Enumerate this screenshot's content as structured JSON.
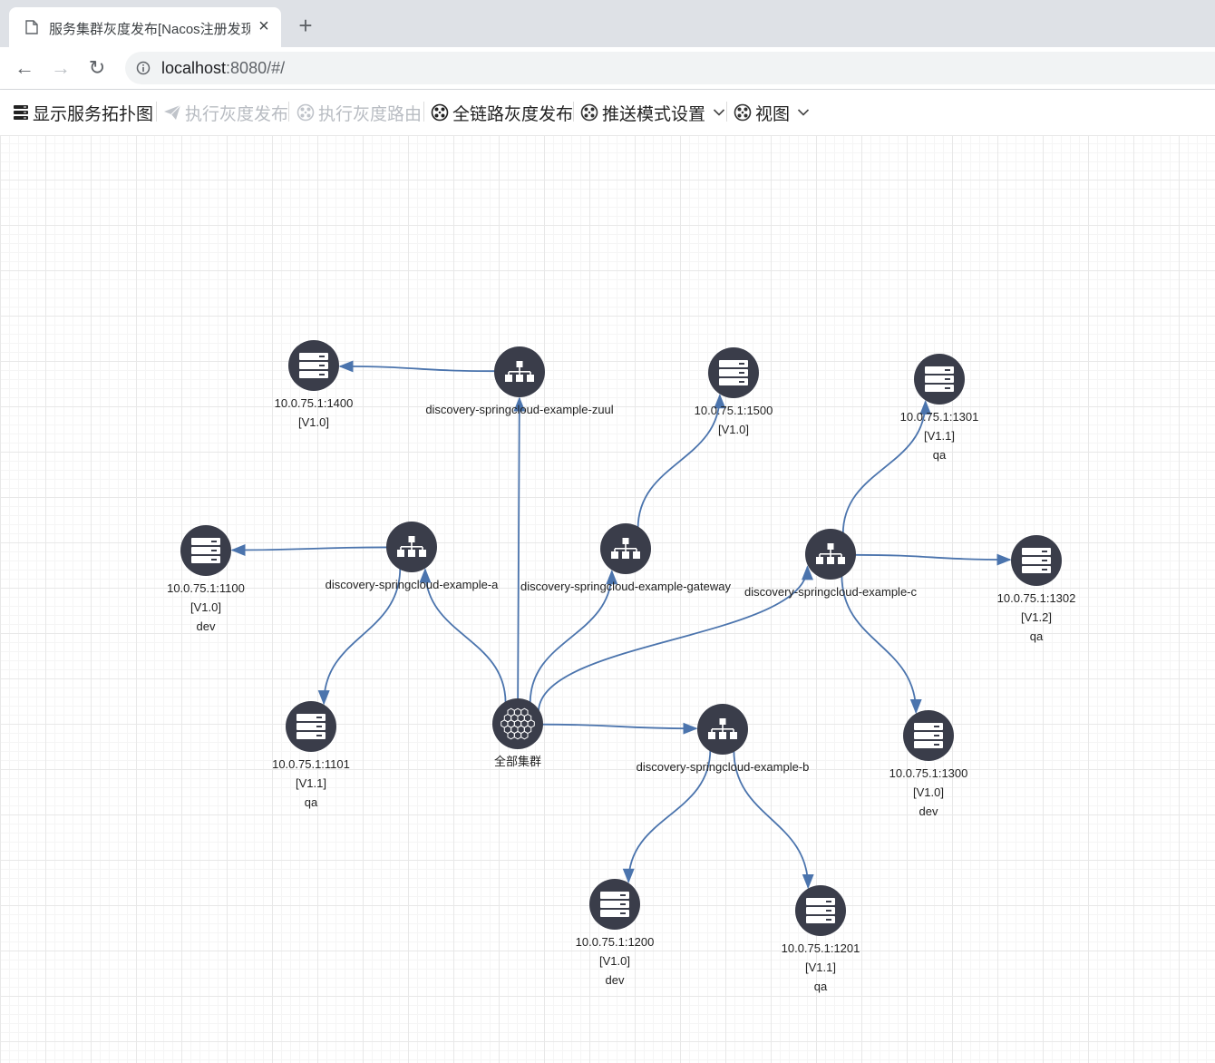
{
  "browser": {
    "tab_title": "服务集群灰度发布[Nacos注册发现]",
    "tab_close": "×",
    "new_tab": "+",
    "back": "←",
    "forward": "→",
    "reload": "↻",
    "url_host": "localhost",
    "url_rest": ":8080/#/"
  },
  "toolbar": {
    "items": [
      {
        "label": "显示服务拓扑图",
        "icon": "server-stack-icon",
        "enabled": true
      },
      {
        "label": "执行灰度发布",
        "icon": "paper-plane-icon",
        "enabled": false
      },
      {
        "label": "执行灰度路由",
        "icon": "network-icon",
        "enabled": false
      },
      {
        "label": "全链路灰度发布",
        "icon": "network-icon",
        "enabled": true
      },
      {
        "label": "推送模式设置",
        "icon": "network-icon",
        "enabled": true,
        "dropdown": true
      },
      {
        "label": "视图",
        "icon": "network-icon",
        "enabled": true,
        "dropdown": true
      }
    ]
  },
  "graph": {
    "colors": {
      "node": "#3a3d4a",
      "edge": "#4b74ad",
      "icon": "#ffffff"
    },
    "nodes": [
      {
        "id": "root",
        "type": "cluster",
        "lines": [
          "全部集群"
        ]
      },
      {
        "id": "zuul",
        "type": "service",
        "lines": [
          "discovery-springcloud-example-zuul"
        ]
      },
      {
        "id": "svc_a",
        "type": "service",
        "lines": [
          "discovery-springcloud-example-a"
        ]
      },
      {
        "id": "gateway",
        "type": "service",
        "lines": [
          "discovery-springcloud-example-gateway"
        ]
      },
      {
        "id": "svc_c",
        "type": "service",
        "lines": [
          "discovery-springcloud-example-c"
        ]
      },
      {
        "id": "svc_b",
        "type": "service",
        "lines": [
          "discovery-springcloud-example-b"
        ]
      },
      {
        "id": "i1400",
        "type": "instance",
        "lines": [
          "10.0.75.1:1400",
          "[V1.0]"
        ]
      },
      {
        "id": "i1500",
        "type": "instance",
        "lines": [
          "10.0.75.1:1500",
          "[V1.0]"
        ]
      },
      {
        "id": "i1301",
        "type": "instance",
        "lines": [
          "10.0.75.1:1301",
          "[V1.1]",
          "qa"
        ]
      },
      {
        "id": "i1100",
        "type": "instance",
        "lines": [
          "10.0.75.1:1100",
          "[V1.0]",
          "dev"
        ]
      },
      {
        "id": "i1302",
        "type": "instance",
        "lines": [
          "10.0.75.1:1302",
          "[V1.2]",
          "qa"
        ]
      },
      {
        "id": "i1101",
        "type": "instance",
        "lines": [
          "10.0.75.1:1101",
          "[V1.1]",
          "qa"
        ]
      },
      {
        "id": "i1300",
        "type": "instance",
        "lines": [
          "10.0.75.1:1300",
          "[V1.0]",
          "dev"
        ]
      },
      {
        "id": "i1200",
        "type": "instance",
        "lines": [
          "10.0.75.1:1200",
          "[V1.0]",
          "dev"
        ]
      },
      {
        "id": "i1201",
        "type": "instance",
        "lines": [
          "10.0.75.1:1201",
          "[V1.1]",
          "qa"
        ]
      }
    ],
    "edges": [
      {
        "from": "root",
        "to": "zuul"
      },
      {
        "from": "root",
        "to": "svc_a"
      },
      {
        "from": "root",
        "to": "gateway"
      },
      {
        "from": "root",
        "to": "svc_c"
      },
      {
        "from": "root",
        "to": "svc_b"
      },
      {
        "from": "zuul",
        "to": "i1400"
      },
      {
        "from": "svc_a",
        "to": "i1100"
      },
      {
        "from": "svc_a",
        "to": "i1101"
      },
      {
        "from": "gateway",
        "to": "i1500"
      },
      {
        "from": "svc_c",
        "to": "i1301"
      },
      {
        "from": "svc_c",
        "to": "i1302"
      },
      {
        "from": "svc_c",
        "to": "i1300"
      },
      {
        "from": "svc_b",
        "to": "i1200"
      },
      {
        "from": "svc_b",
        "to": "i1201"
      }
    ]
  }
}
